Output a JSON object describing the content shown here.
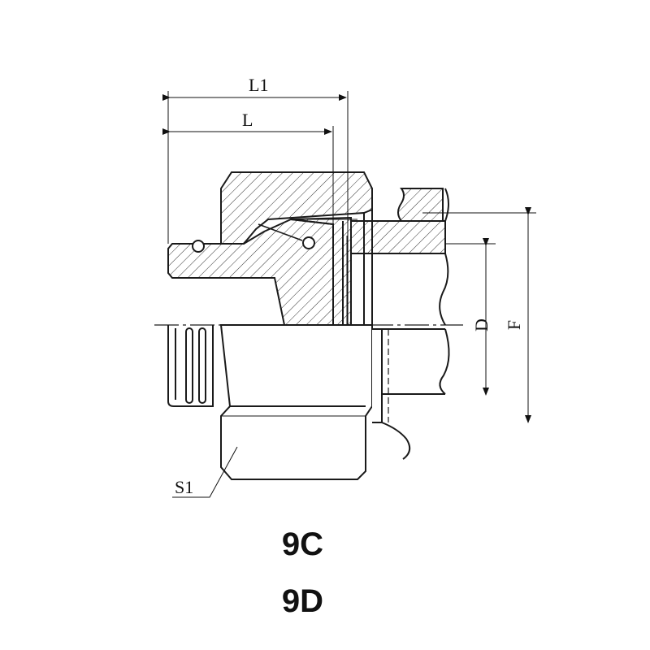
{
  "dimensions": {
    "overall_length": "L1",
    "length": "L",
    "diameter_d": "D",
    "diameter_f": "F",
    "hex_size": "S1"
  },
  "model_codes": [
    "9C",
    "9D"
  ],
  "colors": {
    "line": "#1a1a1a",
    "hatch": "#333333",
    "background": "#ffffff"
  }
}
